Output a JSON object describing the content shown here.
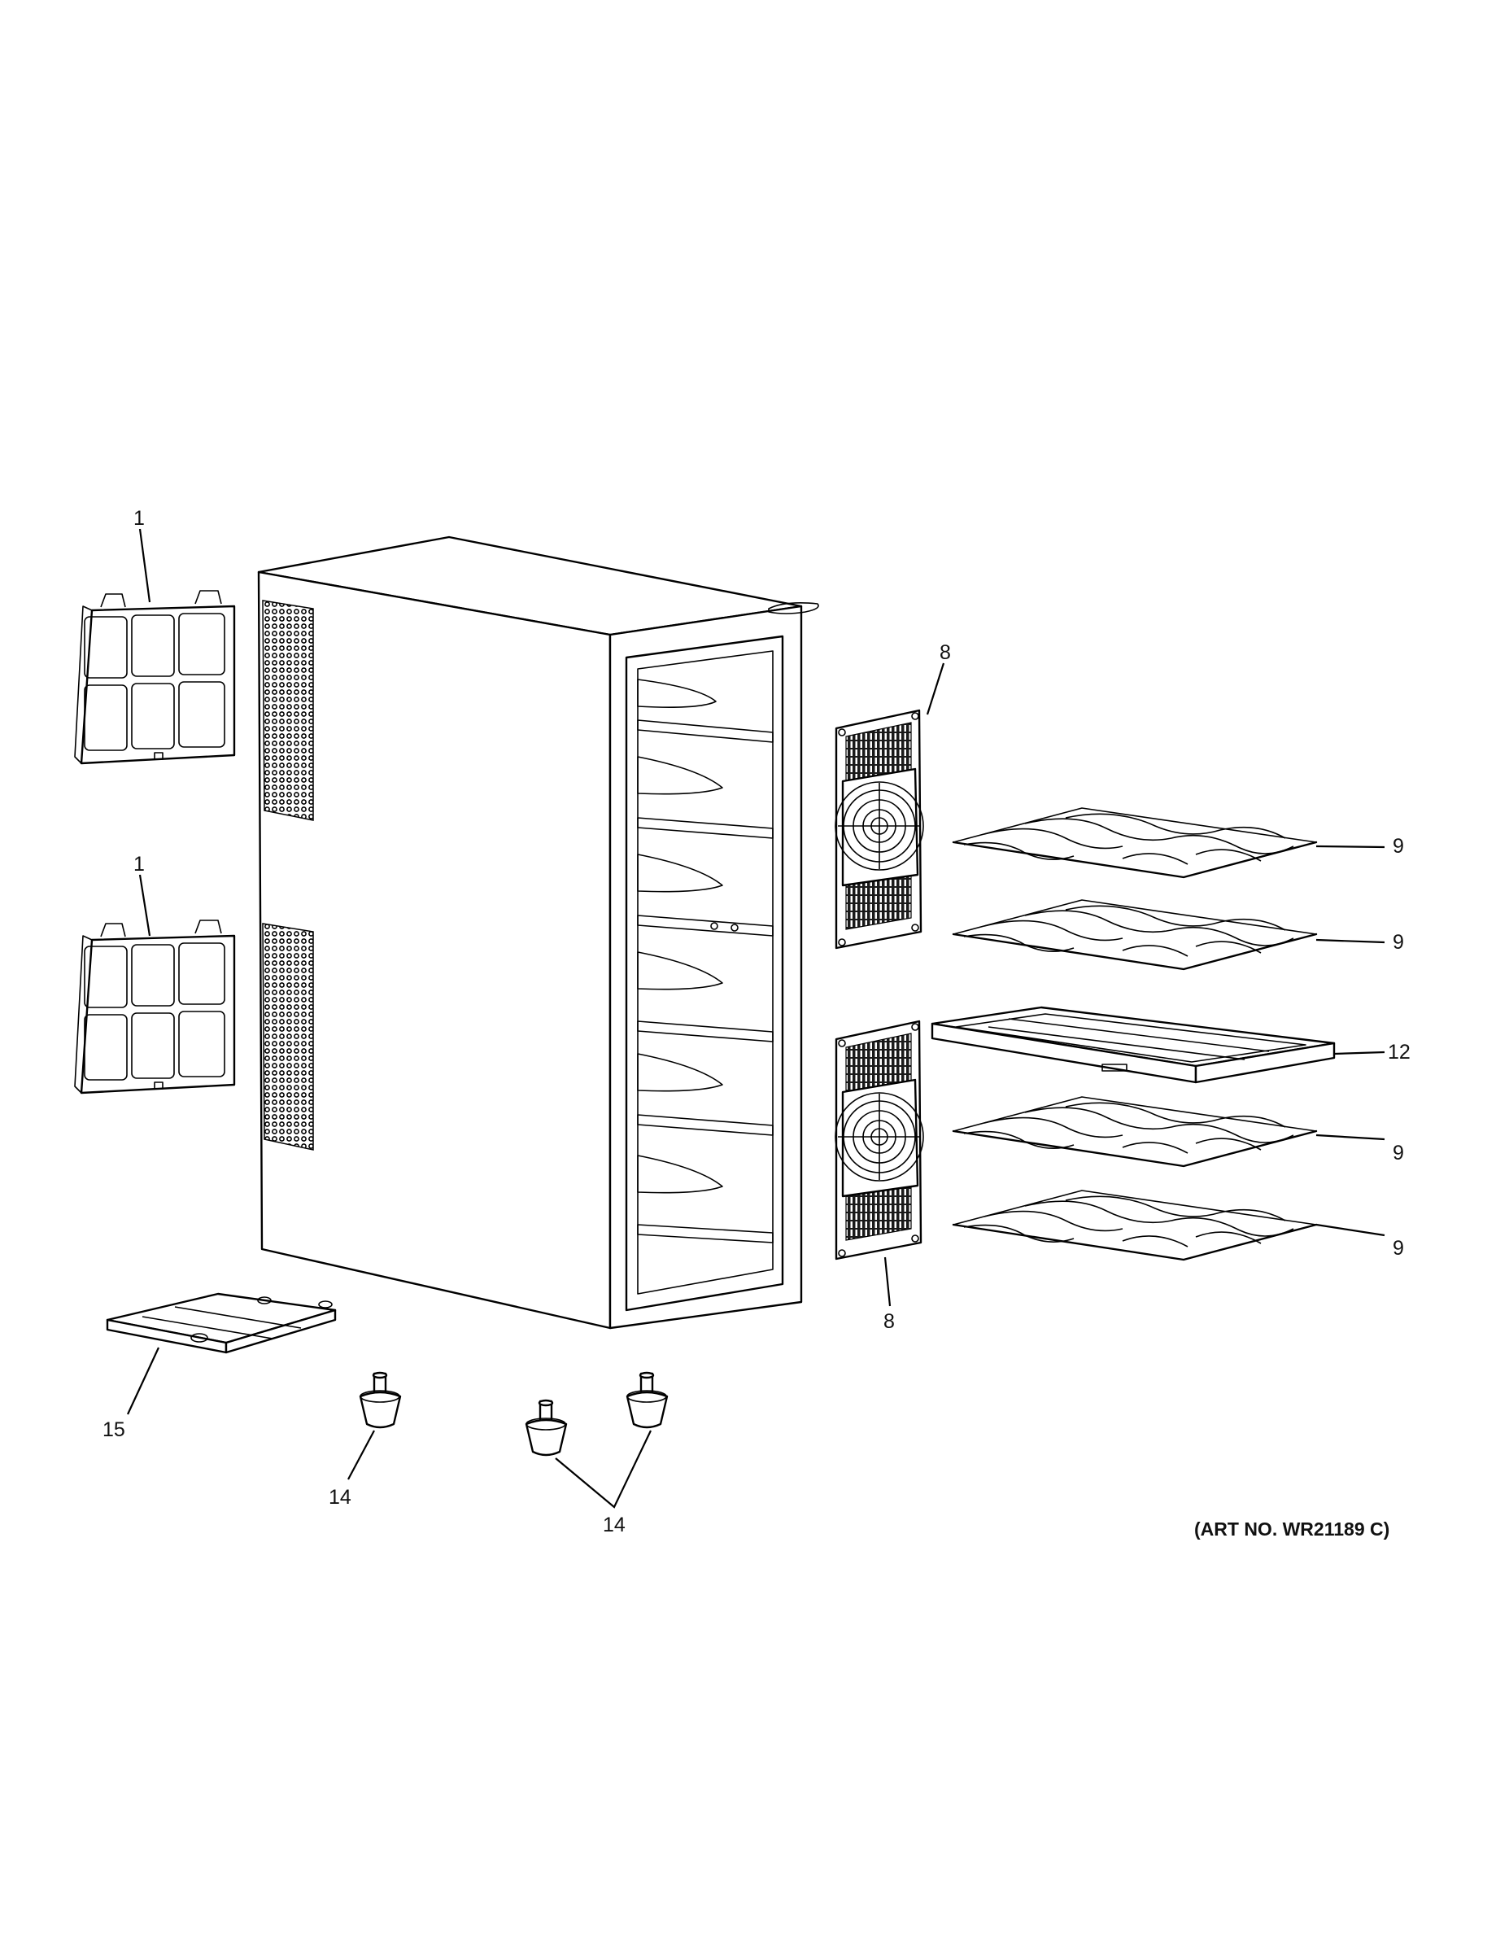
{
  "callouts": {
    "filter_top": "1",
    "filter_bottom": "1",
    "fan_top": "8",
    "fan_bottom": "8",
    "rack_1": "9",
    "rack_2": "9",
    "shelf": "12",
    "rack_3": "9",
    "rack_4": "9",
    "bottom_tray": "15",
    "leg_single": "14",
    "leg_pair": "14"
  },
  "art_number": "(ART NO. WR21189 C)",
  "colors": {
    "line": "#000000",
    "background": "#ffffff",
    "dark_mesh": "#1a1a1a"
  }
}
